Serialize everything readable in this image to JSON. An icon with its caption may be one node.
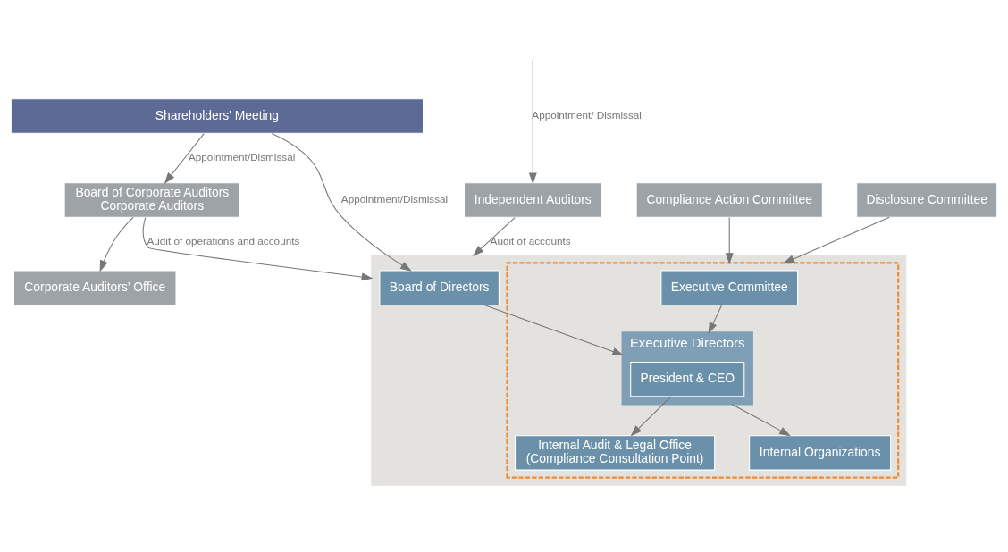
{
  "diagram": {
    "nodes": [
      {
        "text": [
          "Shareholders' Meeting"
        ]
      },
      {
        "text": [],
        "shape": "box"
      },
      {
        "text": [
          "Board of Directors"
        ],
        "in": 1
      },
      {
        "text": [],
        "shape": "box",
        "in": 1
      },
      {
        "text": [
          "Executive Committee"
        ],
        "in": 3
      },
      {
        "text": [
          "Executive Directors"
        ],
        "in": 3
      },
      {
        "text": [
          "President & CEO"
        ],
        "in": 5
      },
      {
        "text": [
          "Internal Audit & Legal Office",
          "(Compliance Consultation Point)"
        ],
        "in": 3
      },
      {
        "text": [
          "Internal Organizations"
        ],
        "in": 3
      },
      {
        "text": [
          "Board of Corporate Auditors",
          "Corporate Auditors"
        ]
      },
      {
        "text": [
          "Corporate Auditors’ Office"
        ]
      },
      {
        "text": [
          "Independent Auditors"
        ]
      },
      {
        "text": [
          "Compliance Action Committee"
        ]
      },
      {
        "text": [
          "Disclosure Committee"
        ]
      }
    ],
    "edges": [
      {
        "from": 0,
        "to": 2,
        "arrow": "to",
        "label": "Appointment/Dismissal"
      },
      {
        "from": 0,
        "to": 9,
        "arrow": "to",
        "label": "Appointment/Dismissal"
      },
      {
        "from": 9,
        "to": 1,
        "arrow": "to",
        "label": "Audit of operations and accounts"
      },
      {
        "from": 9,
        "to": 10,
        "arrow": "to"
      },
      {
        "from": null,
        "to": 11,
        "arrow": "to",
        "label": "Appointment/ Dismissal"
      },
      {
        "from": 11,
        "to": 1,
        "arrow": "to",
        "label": "Audit of accounts"
      },
      {
        "from": 2,
        "to": 5,
        "arrow": "to"
      },
      {
        "from": 4,
        "to": 5,
        "arrow": "to"
      },
      {
        "from": 6,
        "to": 7,
        "arrow": "to"
      },
      {
        "from": 5,
        "to": 8,
        "arrow": "to"
      },
      {
        "from": 12,
        "to": 3,
        "arrow": "to"
      },
      {
        "from": 13,
        "to": 3,
        "arrow": "to"
      }
    ]
  }
}
